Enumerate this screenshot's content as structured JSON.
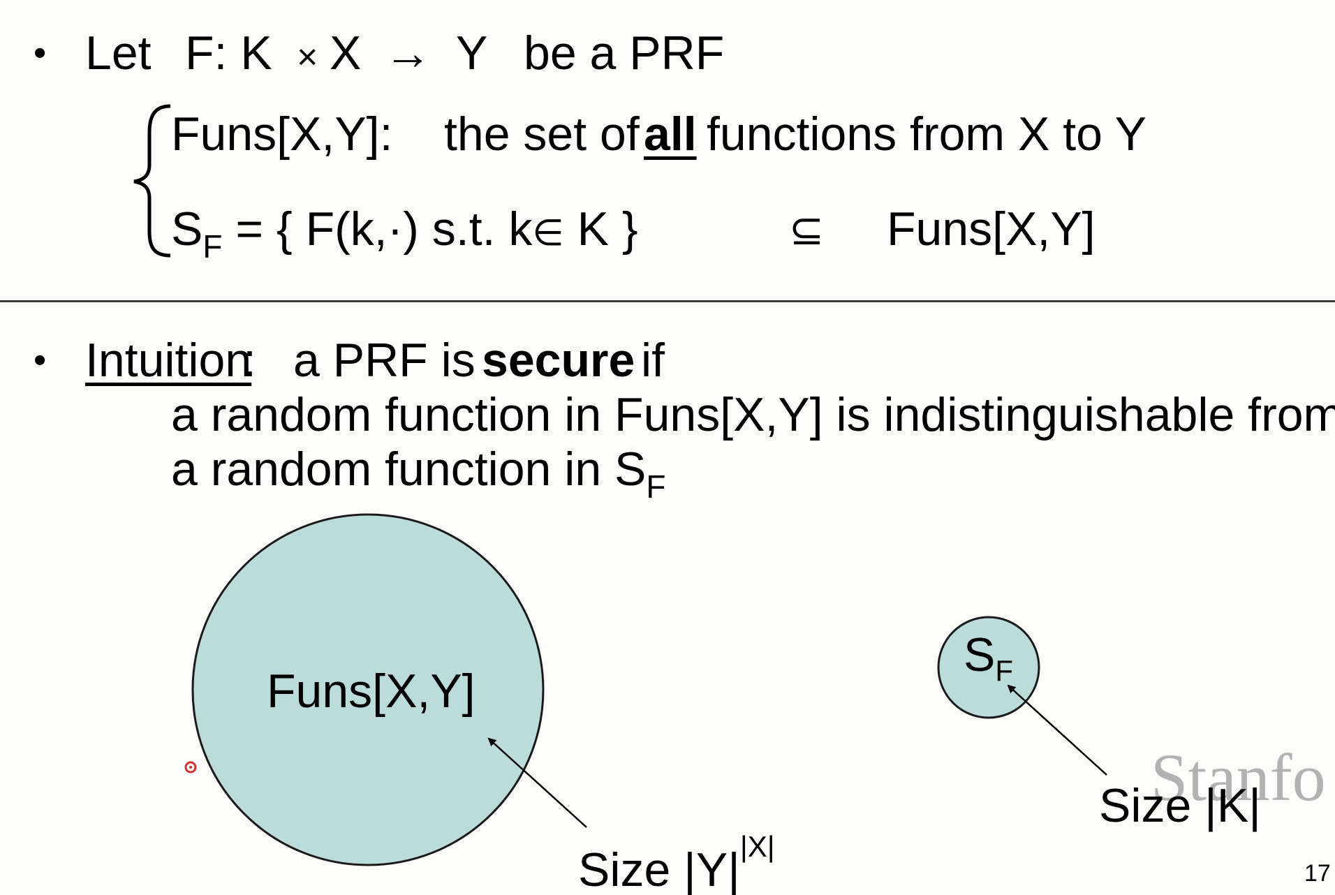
{
  "slide": {
    "bullet_char": "•",
    "line1": {
      "let": "Let",
      "f_sig": "F:  K",
      "times": "×",
      "x": "X",
      "arrow": "→",
      "y": "Y",
      "rest": "be a PRF"
    },
    "funs_line": {
      "label": "Funs[X,Y]:",
      "pre": "the set of",
      "bold_word": "all",
      "post": "functions from X to Y"
    },
    "sf_line": {
      "s": "S",
      "sub": "F",
      "definition": " =  {  F(k,·)   s.t.   k",
      "elem": "∈",
      "k_close": " K  }",
      "subseteq": "⊆",
      "funs": "Funs[X,Y]"
    },
    "intuition": {
      "label": "Intuition",
      "colon": ":",
      "pre": "a PRF is",
      "bold_word": "secure",
      "post": "if",
      "line2": "a random function in Funs[X,Y] is indistinguishable from",
      "line3_pre": "a random function in S",
      "line3_sub": "F"
    },
    "diagram": {
      "big_circle_label": "Funs[X,Y]",
      "small_circle_label": "S",
      "small_circle_sub": "F",
      "big_size_label": "Size |Y|",
      "big_size_sup": "|X|",
      "small_size_label": "Size |K|",
      "circle_fill": "#bcdcdc",
      "circle_stroke": "#1a1a1a"
    },
    "watermark": "Stanfo",
    "page_number": "17"
  }
}
